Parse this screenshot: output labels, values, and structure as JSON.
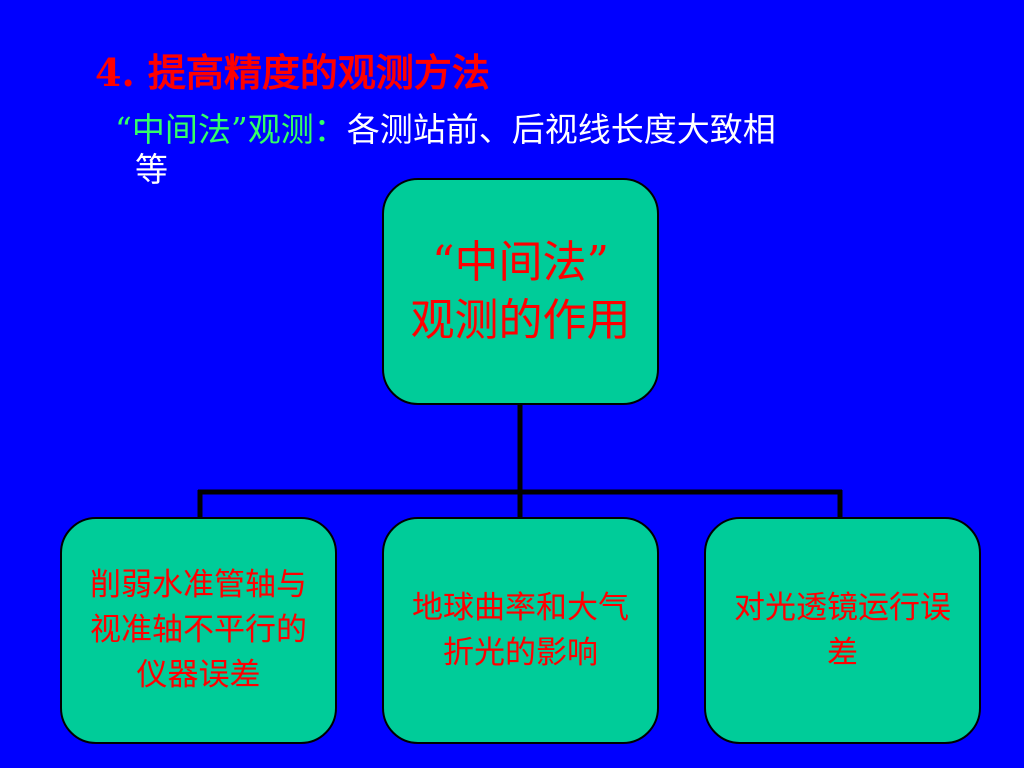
{
  "slide": {
    "title": "4. 提高精度的观测方法",
    "subtitle_green": "“中间法”观测：",
    "subtitle_white_line1": "各测站前、后视线长度大致相",
    "subtitle_white_line2": "等"
  },
  "diagram": {
    "root": {
      "line1": "“中间法”",
      "line2": "观测的作用"
    },
    "children": [
      {
        "text": "削弱水准管轴与视准轴不平行的仪器误差"
      },
      {
        "text": "地球曲率和大气折光的影响"
      },
      {
        "text": "对光透镜运行误差"
      }
    ]
  },
  "colors": {
    "background": "#0000ff",
    "title": "#ff0000",
    "subtitle_accent": "#33ff66",
    "node_fill": "#00cc99",
    "node_text": "#ff0000",
    "connector": "#000000"
  }
}
